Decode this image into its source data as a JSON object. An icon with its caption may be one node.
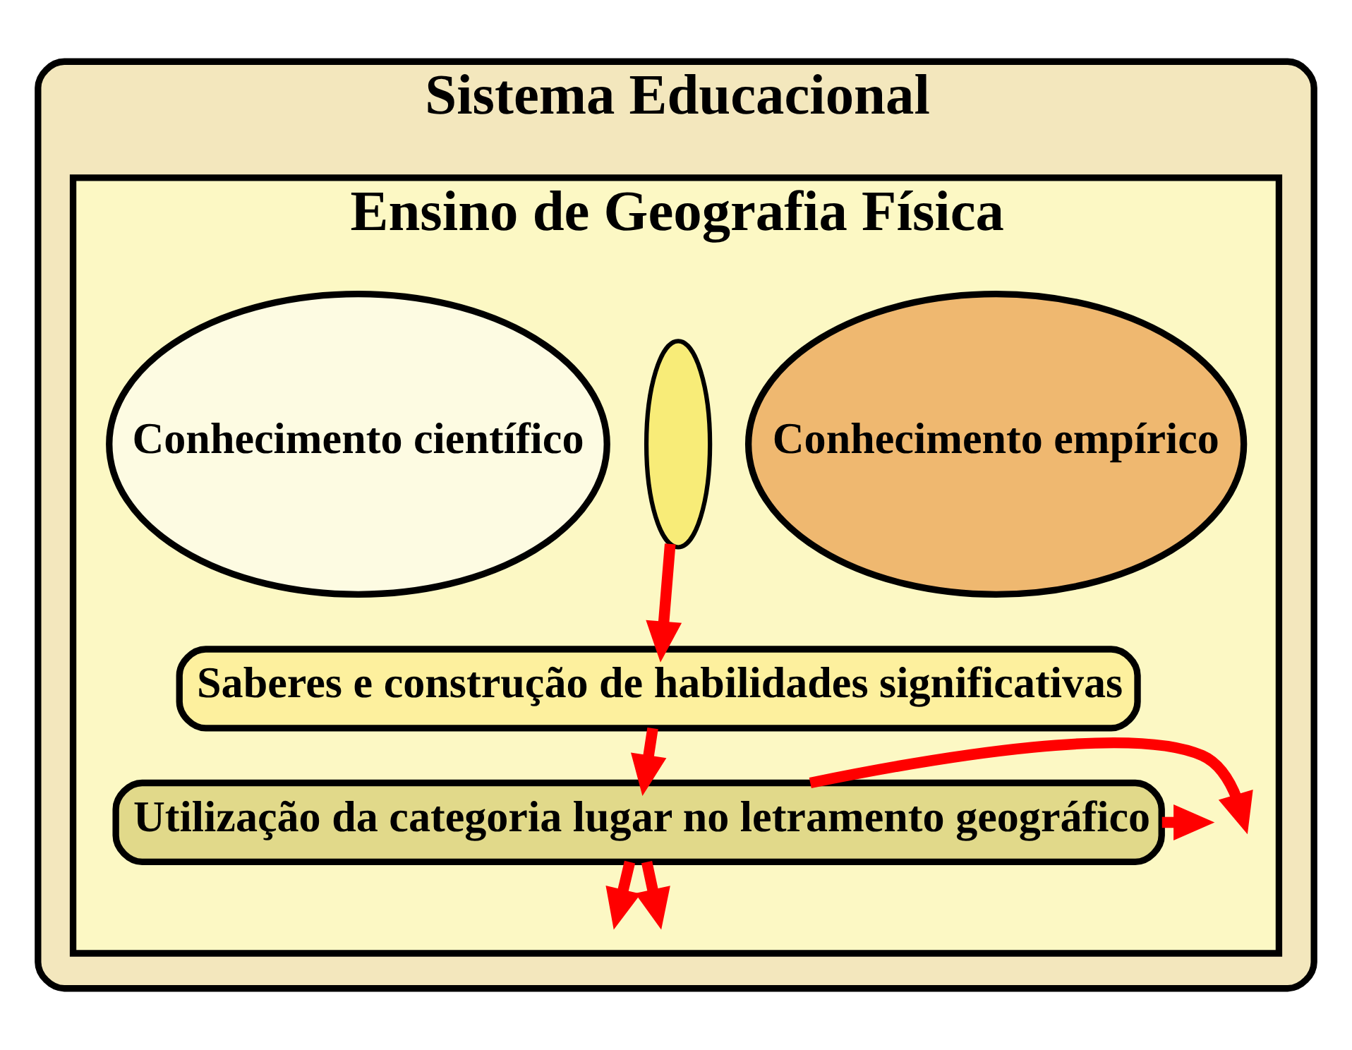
{
  "diagram": {
    "nodes": [
      {
        "text": [
          "Sistema Educacional"
        ]
      },
      {
        "text": [
          "Ensino de Geografia Física"
        ],
        "in": 0
      },
      {
        "text": [
          "Conhecimento empírico"
        ],
        "in": 1
      },
      {
        "text": [],
        "shape": "ellipse",
        "in": 1
      },
      {
        "text": [
          "Conhecimento científico"
        ],
        "in": 1
      },
      {
        "text": [
          "Saberes e construção de habilidades significativas"
        ],
        "in": 1
      },
      {
        "text": [
          "Utilização da categoria lugar no letramento geográfico"
        ],
        "in": 1
      }
    ],
    "edges": [
      {
        "from": 3,
        "to": 5,
        "arrow": "to"
      },
      {
        "from": 5,
        "to": 6,
        "arrow": "to"
      },
      {
        "from": 6,
        "to": null,
        "arrow": "to"
      },
      {
        "from": 6,
        "to": null,
        "arrow": "to"
      },
      {
        "from": 6,
        "to": null,
        "arrow": "to"
      },
      {
        "from": 6,
        "to": null,
        "arrow": "to"
      }
    ]
  }
}
